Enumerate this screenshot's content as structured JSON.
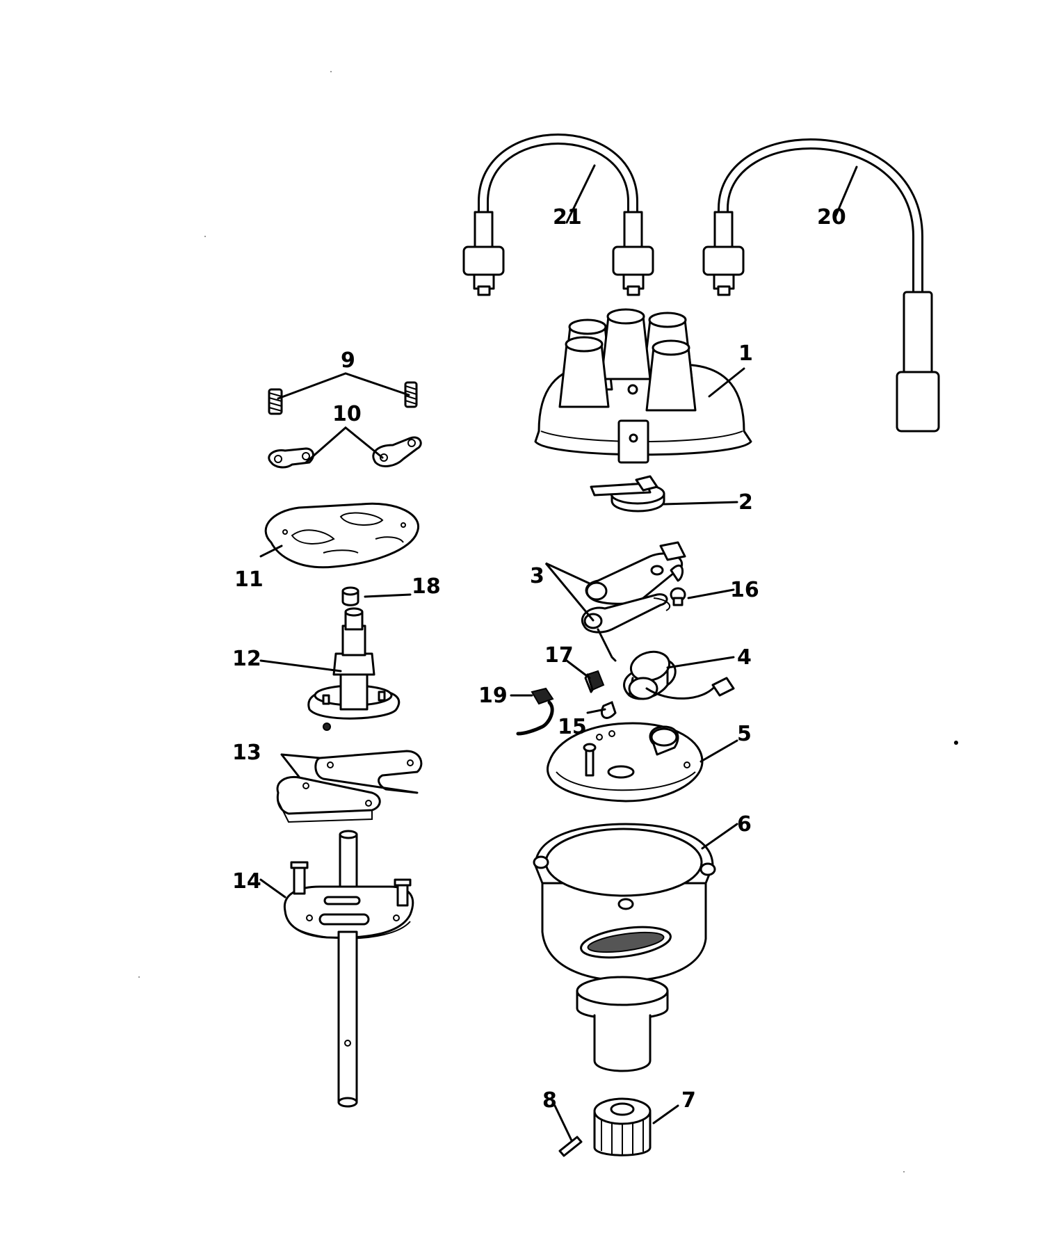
{
  "callouts": {
    "c1": "1",
    "c2": "2",
    "c3": "3",
    "c4": "4",
    "c5": "5",
    "c6": "6",
    "c7": "7",
    "c8": "8",
    "c9": "9",
    "c10": "10",
    "c11": "11",
    "c12": "12",
    "c13": "13",
    "c14": "14",
    "c15": "15",
    "c16": "16",
    "c17": "17",
    "c18": "18",
    "c19": "19",
    "c20": "20",
    "c21": "21"
  },
  "colors": {
    "ink": "#000000",
    "paper": "#ffffff"
  }
}
